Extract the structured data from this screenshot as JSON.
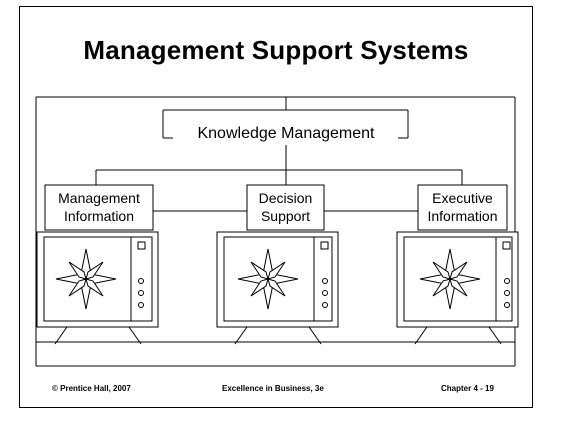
{
  "title": "Management Support Systems",
  "top_node": "Knowledge Management",
  "systems": [
    {
      "line1": "Management",
      "line2": "Information"
    },
    {
      "line1": "Decision",
      "line2": "Support"
    },
    {
      "line1": "Executive",
      "line2": "Information"
    }
  ],
  "footer": {
    "left": "© Prentice Hall, 2007",
    "center": "Excellence in Business, 3e",
    "right": "Chapter 4 - 19"
  },
  "icons": {
    "monitor": "monitor-icon",
    "compass": "compass-rose-icon"
  }
}
